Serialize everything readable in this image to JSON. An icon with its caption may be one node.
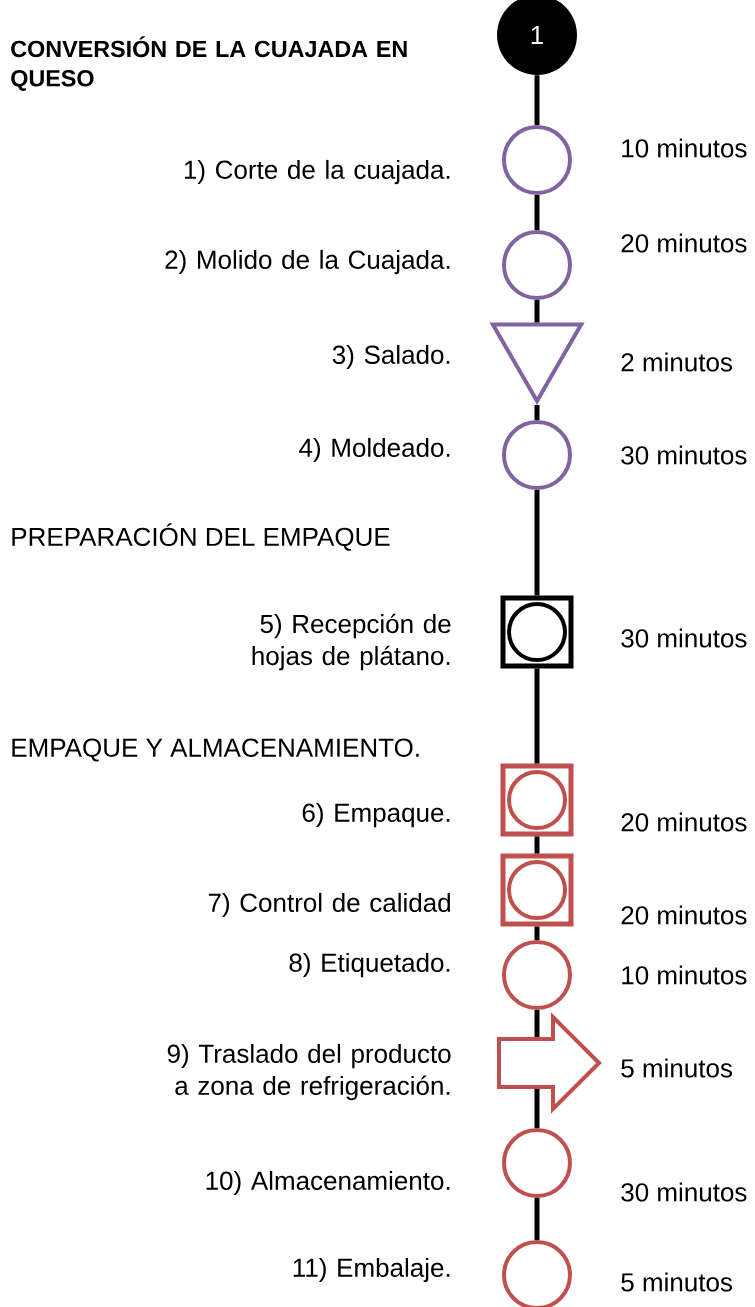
{
  "diagram": {
    "nodes": [
      {
        "text": [
          "1"
        ],
        "beside": [
          "CONVERSIÓN DE LA CUAJADA EN QUESO"
        ]
      },
      {
        "text": [],
        "shape": "circle",
        "beside": [
          "1) Corte de la cuajada.",
          "10 minutos"
        ]
      },
      {
        "text": [],
        "shape": "circle",
        "beside": [
          "2) Molido de la Cuajada.",
          "20 minutos"
        ]
      },
      {
        "text": [],
        "shape": "triangle",
        "beside": [
          "3) Salado.",
          "2 minutos"
        ]
      },
      {
        "text": [],
        "shape": "circle",
        "beside": [
          "4) Moldeado.",
          "30 minutos"
        ]
      },
      {
        "text": [],
        "shape": "box",
        "beside": [
          "5) Recepción de hojas de plátano.",
          "30 minutos"
        ]
      },
      {
        "text": [],
        "shape": "circle",
        "in": 5
      },
      {
        "text": [],
        "shape": "box",
        "beside": [
          "6) Empaque.",
          "20 minutos"
        ]
      },
      {
        "text": [],
        "shape": "circle",
        "in": 7
      },
      {
        "text": [],
        "shape": "box",
        "beside": [
          "7) Control de calidad",
          "20 minutos"
        ]
      },
      {
        "text": [],
        "shape": "circle",
        "in": 9
      },
      {
        "text": [],
        "shape": "circle",
        "beside": [
          "8) Etiquetado.",
          "10 minutos"
        ]
      },
      {
        "text": [],
        "shape": "arrow",
        "beside": [
          "9) Traslado del producto a zona de refrigeración.",
          "5 minutos"
        ]
      },
      {
        "text": [],
        "shape": "circle",
        "beside": [
          "10) Almacenamiento.",
          "30 minutos"
        ]
      },
      {
        "text": [],
        "shape": "circle",
        "beside": [
          "11) Embalaje.",
          "5 minutos"
        ]
      }
    ],
    "edges": [
      {
        "from": 0,
        "to": 1,
        "arrow": "none"
      },
      {
        "from": 1,
        "to": 2,
        "arrow": "none"
      },
      {
        "from": 2,
        "to": 3,
        "arrow": "none"
      },
      {
        "from": 3,
        "to": 4,
        "arrow": "none"
      },
      {
        "from": 4,
        "to": 5,
        "arrow": "none"
      },
      {
        "from": 5,
        "to": 7,
        "arrow": "none"
      },
      {
        "from": 7,
        "to": 9,
        "arrow": "none"
      },
      {
        "from": 9,
        "to": 11,
        "arrow": "none"
      },
      {
        "from": 11,
        "to": 12,
        "arrow": "none"
      },
      {
        "from": 12,
        "to": 13,
        "arrow": "none"
      },
      {
        "from": 13,
        "to": 14,
        "arrow": "none"
      }
    ],
    "labels": [
      "PREPARACIÓN DEL EMPAQUE",
      "EMPAQUE Y ALMACENAMIENTO."
    ]
  }
}
